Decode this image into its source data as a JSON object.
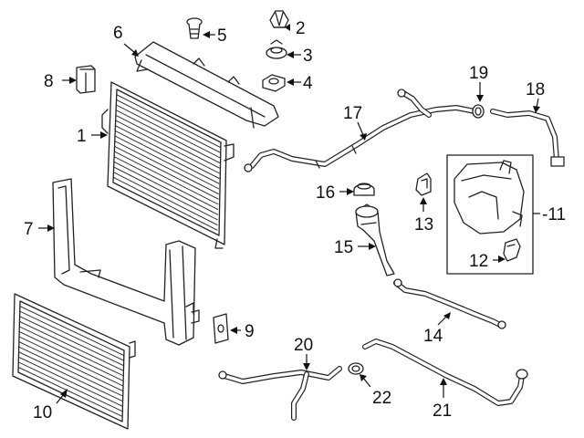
{
  "callouts": [
    {
      "id": "1",
      "text": "1"
    },
    {
      "id": "2",
      "text": "2"
    },
    {
      "id": "3",
      "text": "3"
    },
    {
      "id": "4",
      "text": "4"
    },
    {
      "id": "5",
      "text": "5"
    },
    {
      "id": "6",
      "text": "6"
    },
    {
      "id": "7",
      "text": "7"
    },
    {
      "id": "8",
      "text": "8"
    },
    {
      "id": "9",
      "text": "9"
    },
    {
      "id": "10",
      "text": "10"
    },
    {
      "id": "11",
      "text": "-11"
    },
    {
      "id": "12",
      "text": "12"
    },
    {
      "id": "13",
      "text": "13"
    },
    {
      "id": "14",
      "text": "14"
    },
    {
      "id": "15",
      "text": "15"
    },
    {
      "id": "16",
      "text": "16"
    },
    {
      "id": "17",
      "text": "17"
    },
    {
      "id": "18",
      "text": "18"
    },
    {
      "id": "19",
      "text": "19"
    },
    {
      "id": "20",
      "text": "20"
    },
    {
      "id": "21",
      "text": "21"
    },
    {
      "id": "22",
      "text": "22"
    }
  ]
}
